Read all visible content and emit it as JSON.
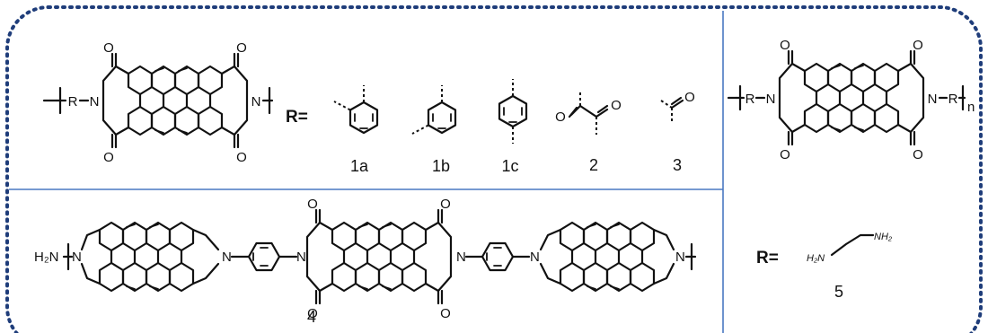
{
  "panel_a": {
    "r_label": "R=",
    "substituents": [
      {
        "id": "1a"
      },
      {
        "id": "1b"
      },
      {
        "id": "1c"
      },
      {
        "id": "2"
      },
      {
        "id": "3"
      }
    ]
  },
  "panel_b": {
    "compound": "4",
    "end_group": "H₂N"
  },
  "panel_c": {
    "repeat_subscript": "n"
  },
  "panel_d": {
    "r_label": "R=",
    "compound": "5",
    "amine_left": "H₂N",
    "amine_right": "NH₂"
  },
  "colors": {
    "frame_dots": "#1f3d7a",
    "divider": "#4a78c2",
    "structure": "#111111"
  },
  "icons": [
    "perylene-diimide-icon",
    "benzene-ring-icon",
    "ethylenediamine-icon"
  ]
}
